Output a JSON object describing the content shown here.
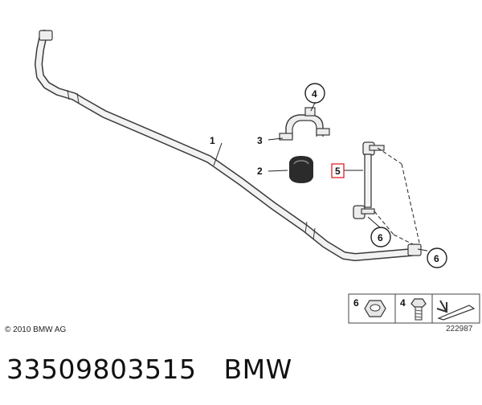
{
  "callouts": {
    "part1": "1",
    "part2": "2",
    "part3": "3",
    "part4": "4",
    "part5": "5",
    "part6a": "6",
    "part6b": "6"
  },
  "legend": {
    "item6": "6",
    "item4": "4"
  },
  "copyright": "© 2010 BMW AG",
  "drawing_number": "222987",
  "part_number": "33509803515",
  "brand": "BMW",
  "colors": {
    "highlight_box": "#e0303a",
    "outline": "#3a3a3a",
    "part_fill": "#ededed",
    "bushing_fill": "#2b2b2b"
  }
}
